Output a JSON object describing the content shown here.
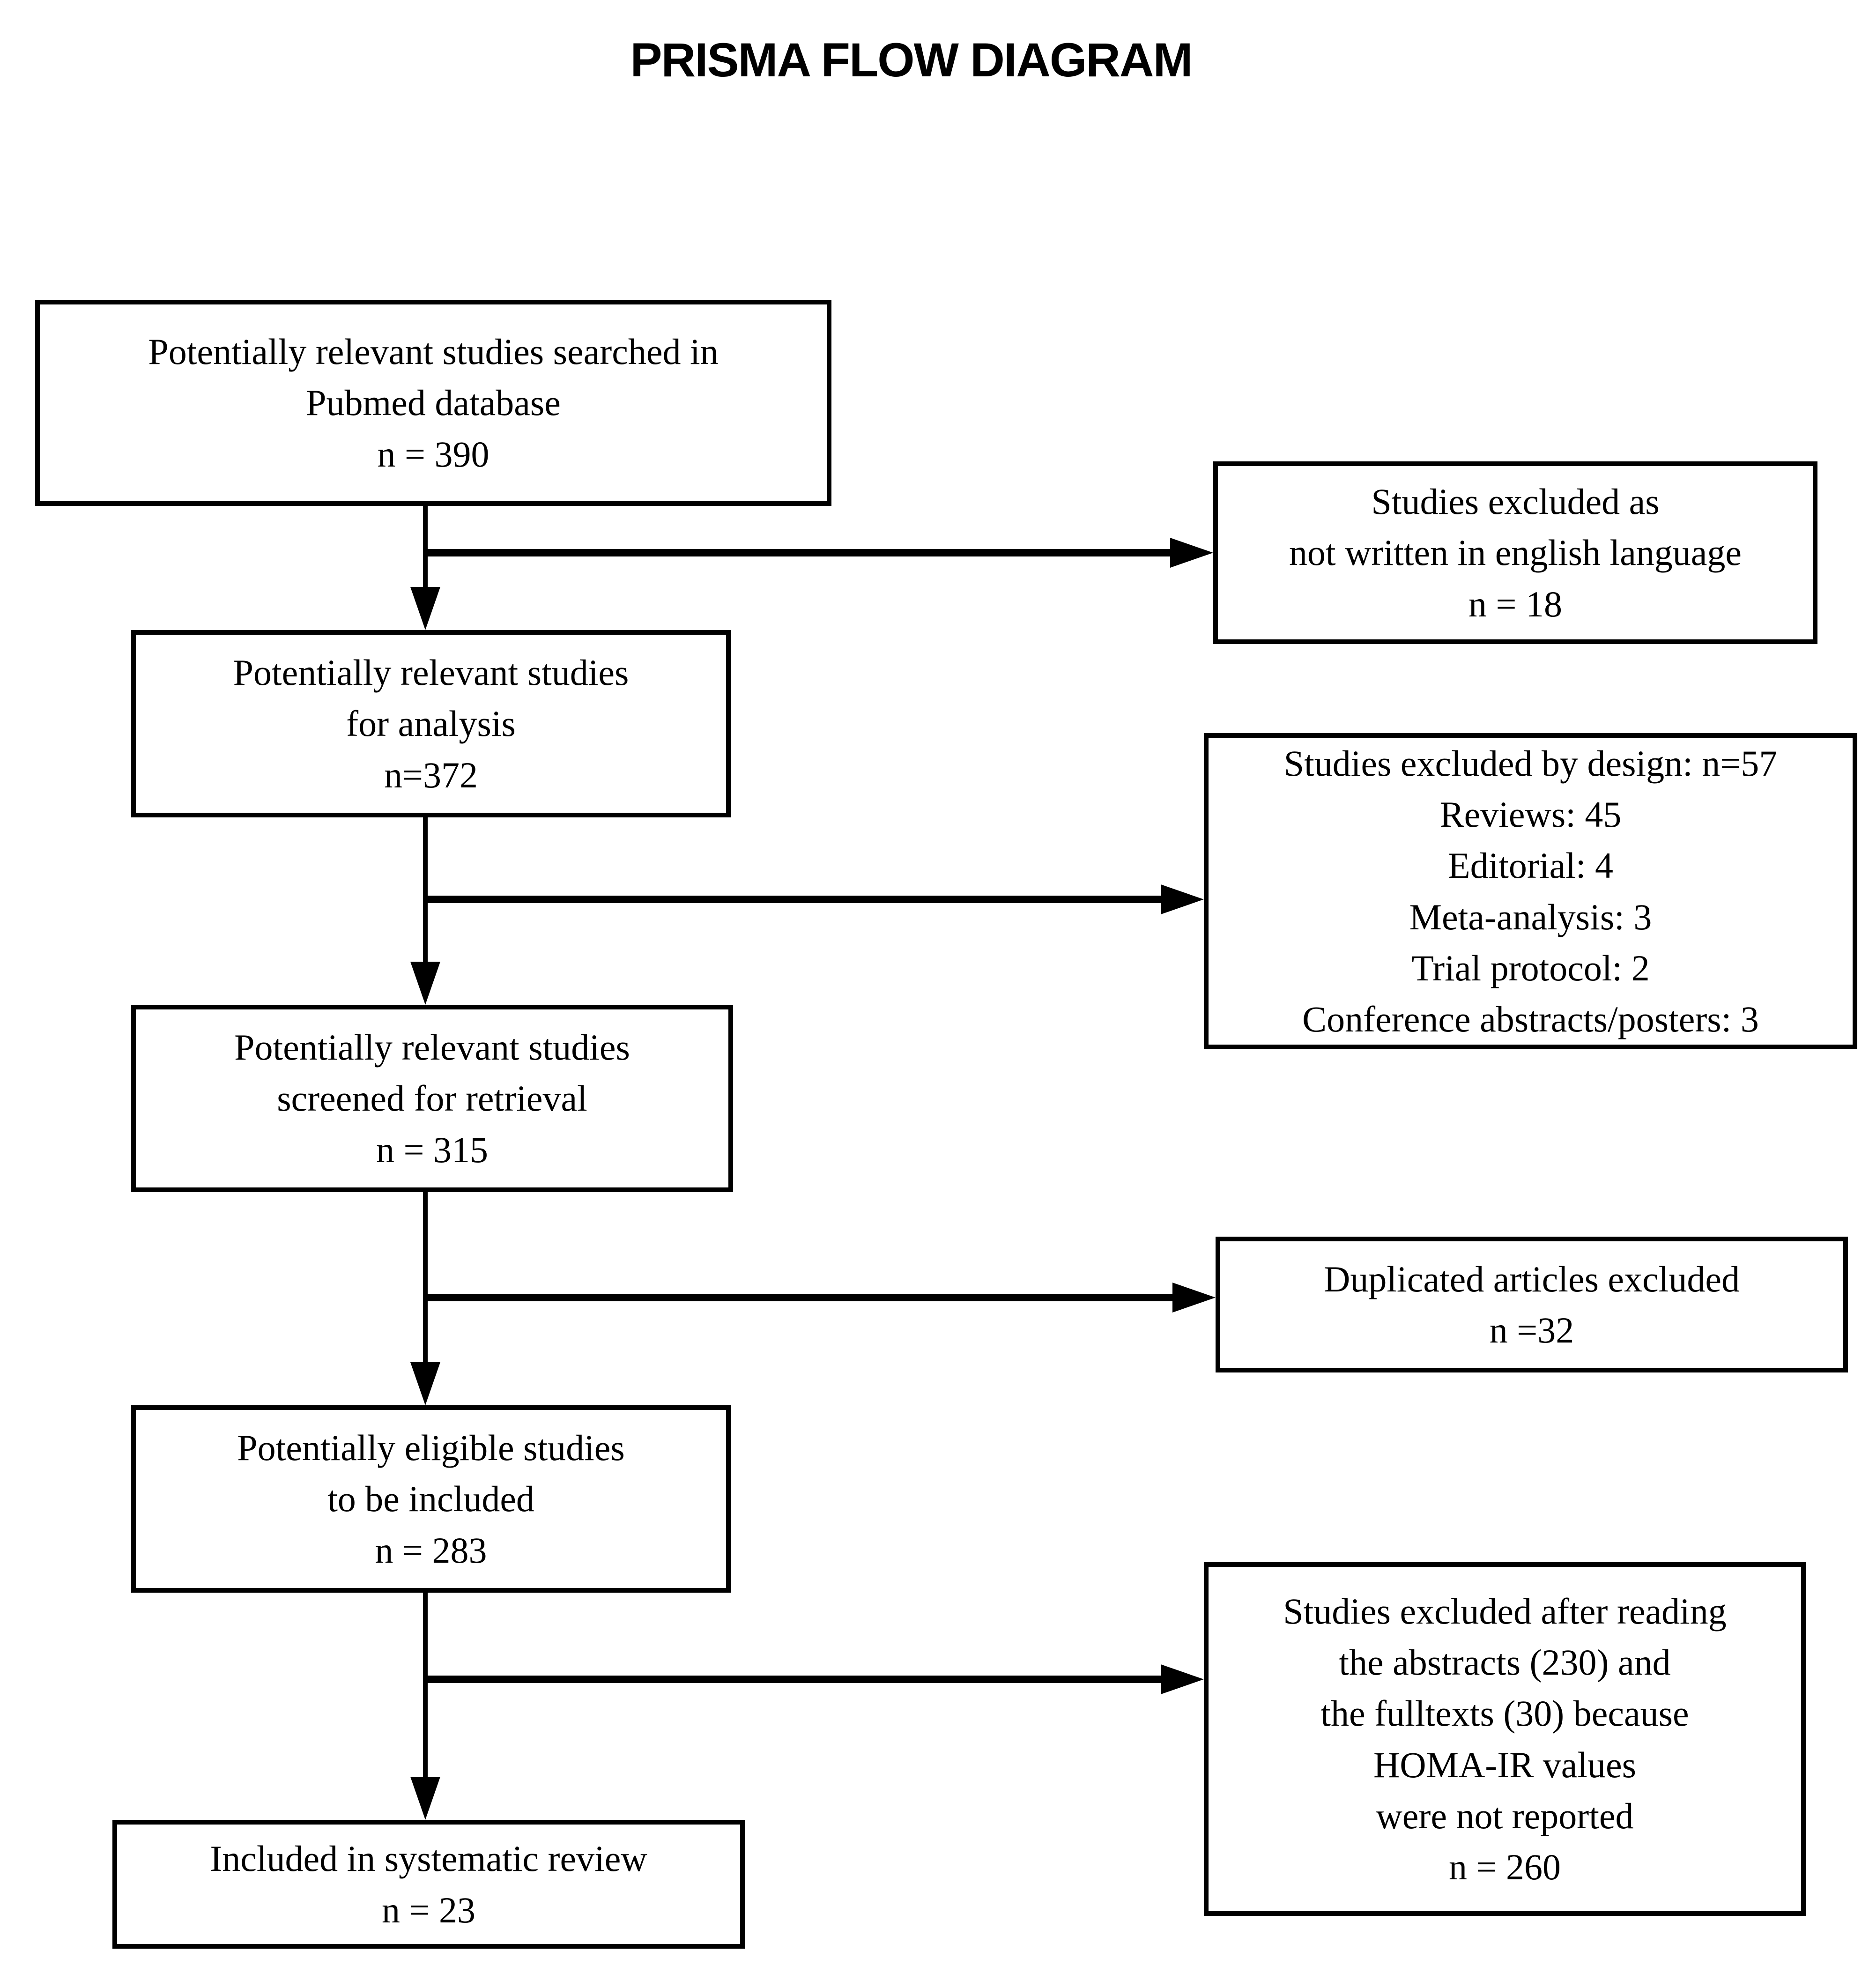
{
  "title": "PRISMA FLOW DIAGRAM",
  "flow": {
    "searched": {
      "lines": [
        "Potentially relevant studies searched in",
        "Pubmed database",
        "n = 390"
      ]
    },
    "for_analysis": {
      "lines": [
        "Potentially relevant studies",
        "for analysis",
        "n=372"
      ]
    },
    "screened": {
      "lines": [
        "Potentially relevant studies",
        "screened for retrieval",
        "n = 315"
      ]
    },
    "eligible": {
      "lines": [
        "Potentially eligible studies",
        "to be included",
        "n = 283"
      ]
    },
    "included": {
      "lines": [
        "Included in systematic review",
        "n = 23"
      ]
    },
    "excluded_language": {
      "lines": [
        "Studies excluded as",
        "not written in english language",
        "n = 18"
      ]
    },
    "excluded_design": {
      "lines": [
        "Studies excluded by design: n=57",
        "Reviews: 45",
        "Editorial: 4",
        "Meta-analysis: 3",
        "Trial protocol: 2",
        "Conference  abstracts/posters: 3"
      ]
    },
    "excluded_duplicates": {
      "lines": [
        "Duplicated articles excluded",
        "n =32"
      ]
    },
    "excluded_fulltext": {
      "lines": [
        "Studies excluded after reading",
        "the abstracts (230) and",
        "the fulltexts (30) because",
        "HOMA-IR values",
        "were not reported",
        "n = 260"
      ]
    }
  },
  "colors": {
    "background": "#ffffff",
    "box_border": "#000000",
    "line": "#000000",
    "text": "#000000"
  }
}
